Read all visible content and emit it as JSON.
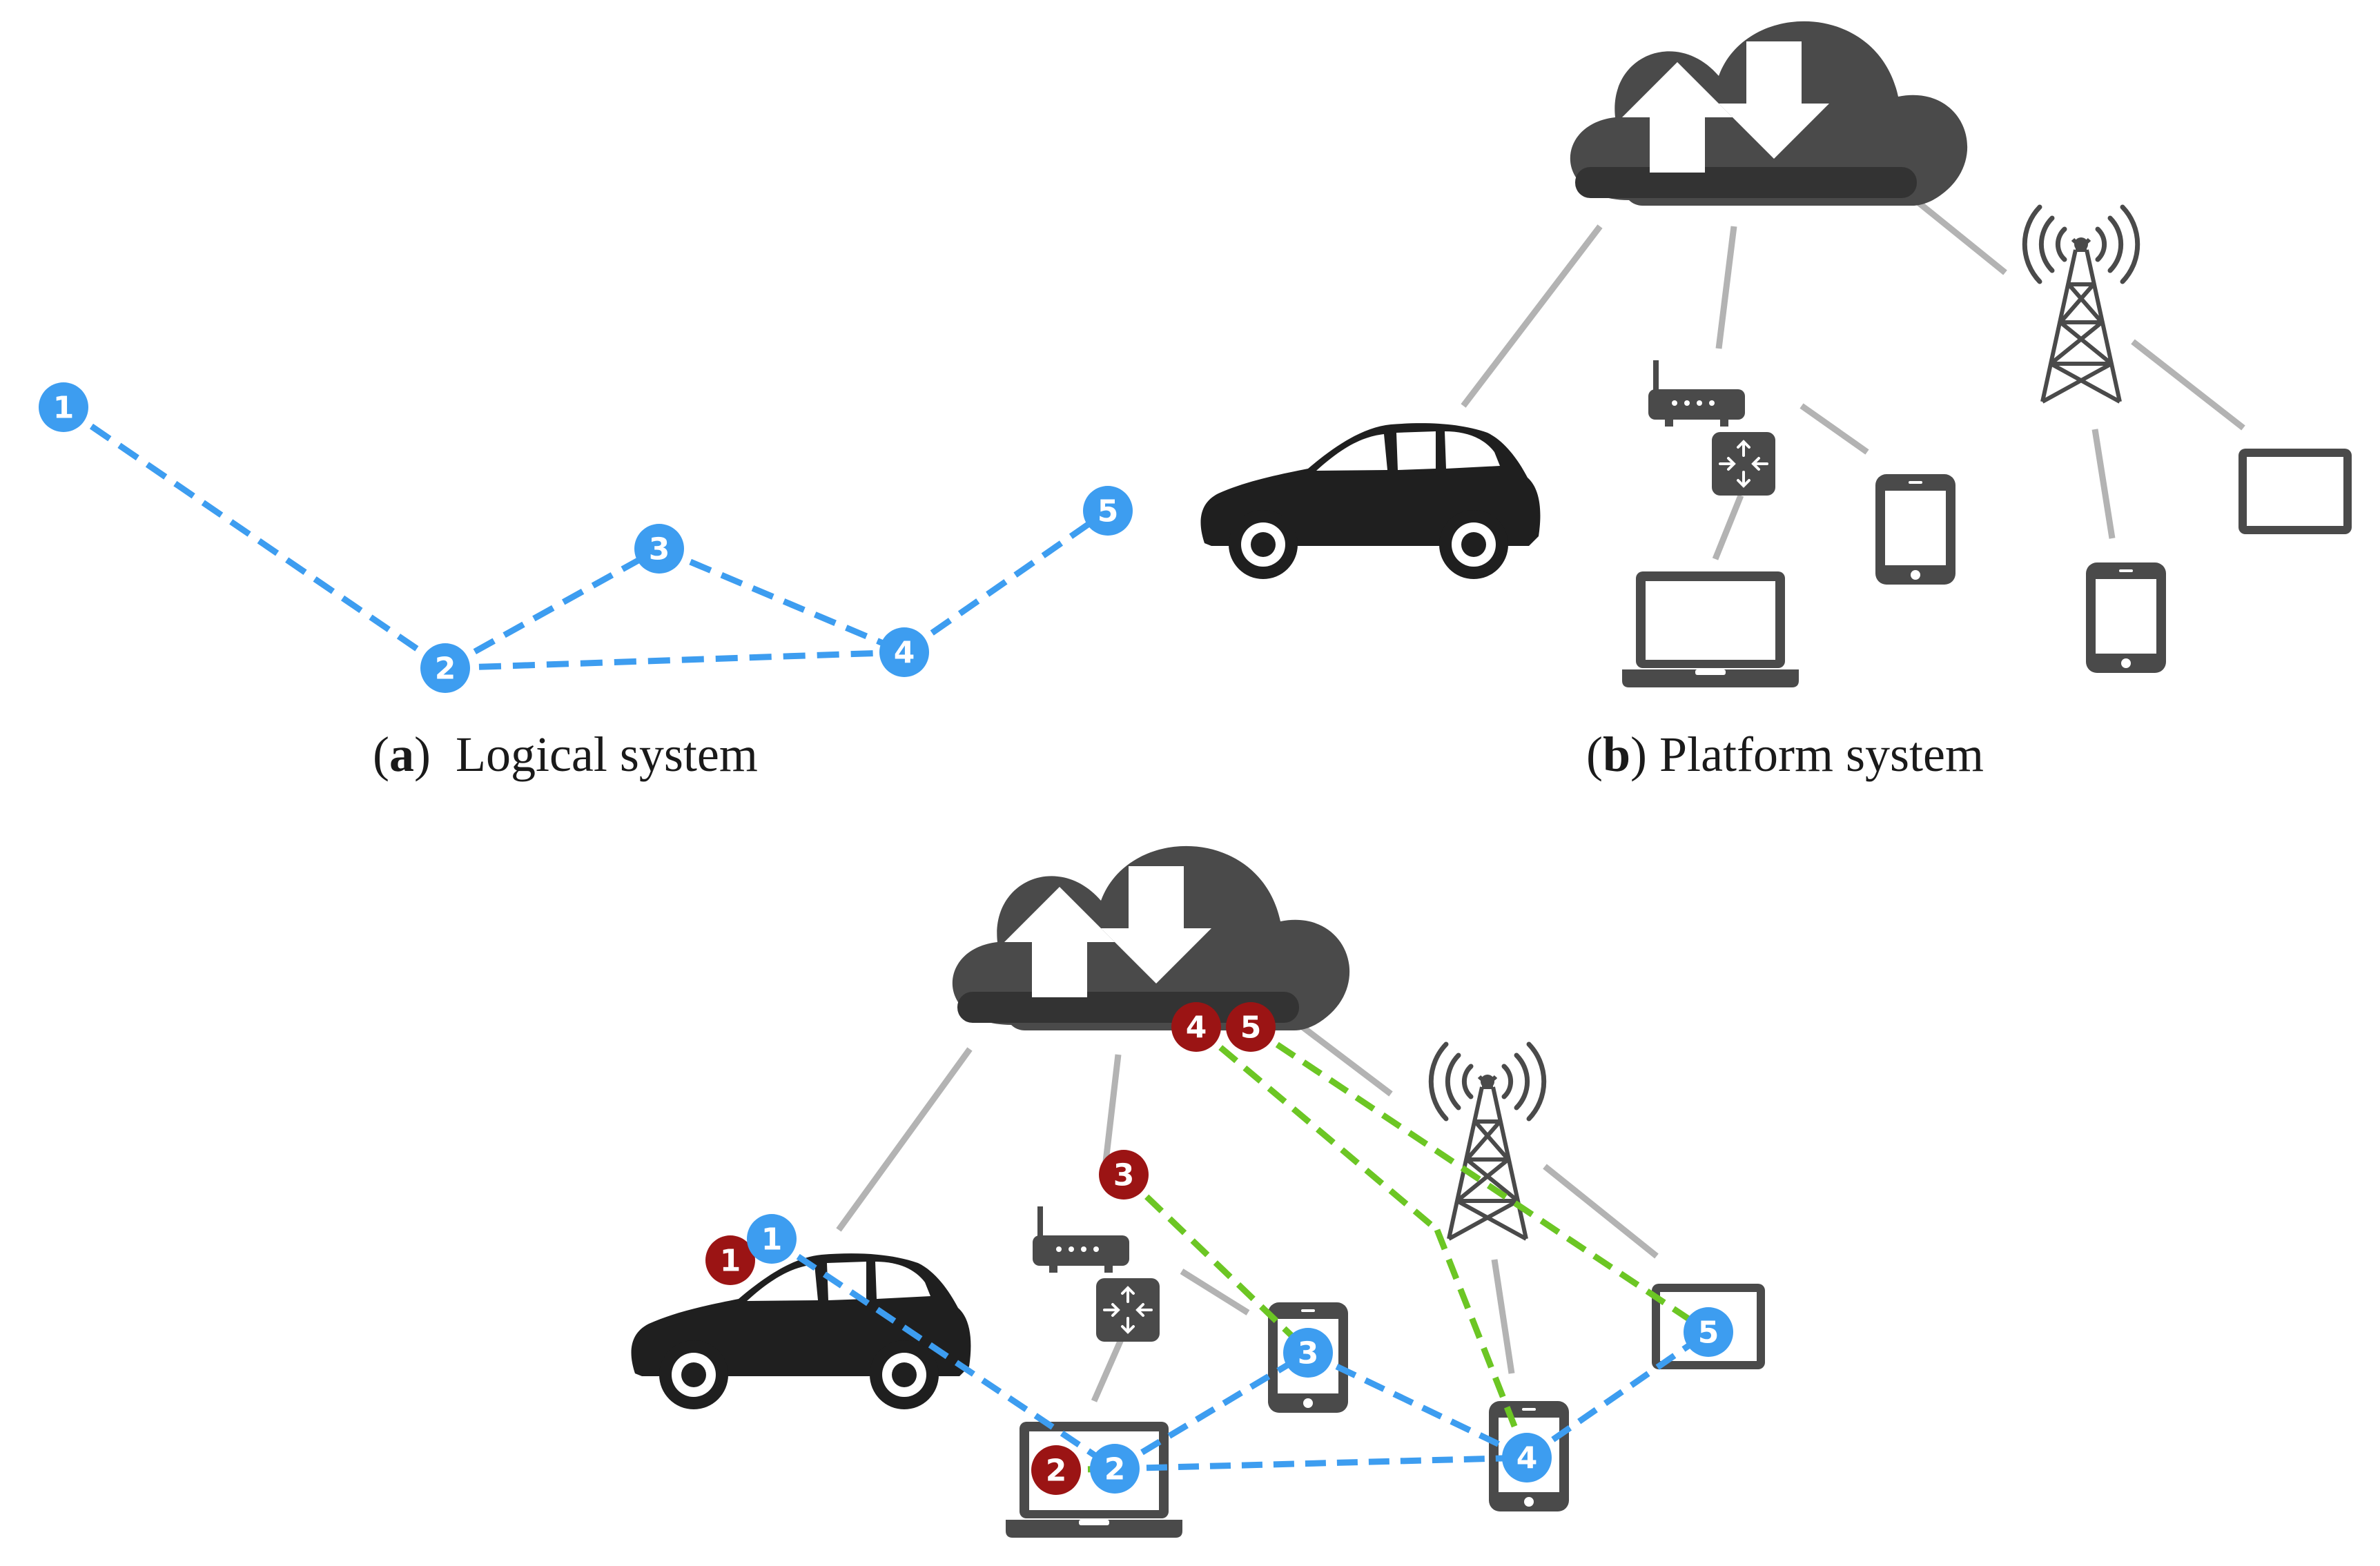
{
  "captions": {
    "a": {
      "tag": "a",
      "text": "Logical system"
    },
    "b": {
      "tag": "b",
      "text": "Platform system"
    }
  },
  "logical_nodes": [
    "1",
    "2",
    "3",
    "4",
    "5"
  ],
  "mapping_nodes": [
    "1",
    "2",
    "3",
    "4",
    "5"
  ],
  "colors": {
    "logical_blue": "#3d9df0",
    "mapping_red": "#9b1414",
    "mapping_green": "#6cc624",
    "device_gray": "#4a4a4a",
    "link_gray": "#b3b3b3"
  },
  "icons": [
    "cloud-icon",
    "car-icon",
    "router-icon",
    "antenna-tower-icon",
    "phone-icon",
    "tablet-icon",
    "laptop-icon"
  ]
}
